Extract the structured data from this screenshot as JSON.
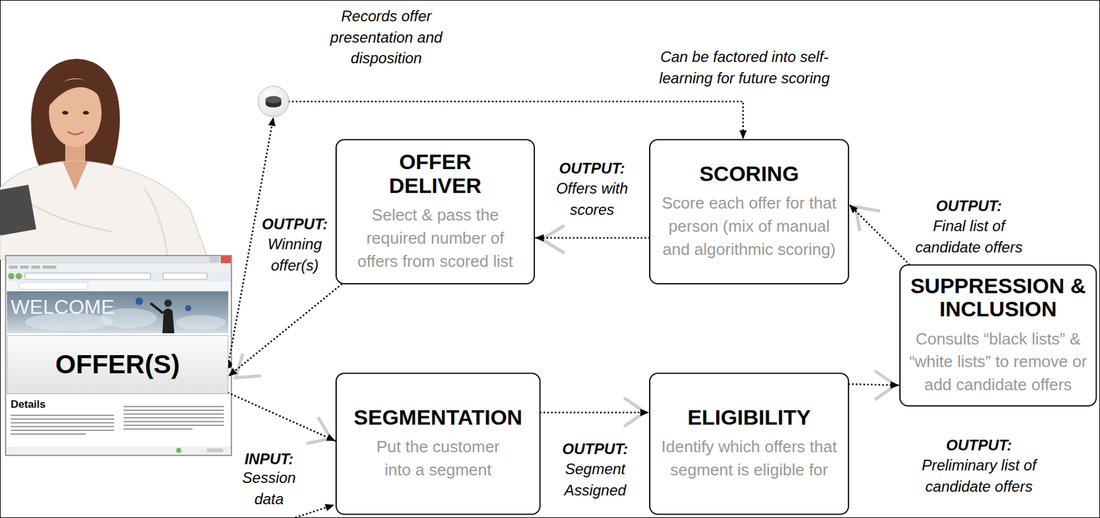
{
  "diagram": {
    "nodes": [
      {
        "text": [
          "OFFER(S)"
        ]
      },
      {
        "text": [
          "OFFER DELIVER",
          "Select & pass the required number of offers from scored list"
        ]
      },
      {
        "text": [
          "SCORING",
          "Score each offer for that person (mix of manual and algorithmic scoring)"
        ]
      },
      {
        "text": [
          "SUPPRESSION & INCLUSION",
          "Consults “black lists” & “white lists” to remove or add candidate offers"
        ]
      },
      {
        "text": [
          "SEGMENTATION",
          "Put the customer into a segment"
        ]
      },
      {
        "text": [
          "ELIGIBILITY",
          "Identify which offers that segment is eligible for"
        ]
      },
      {
        "text": [
          "Records offer presentation and disposition"
        ]
      }
    ],
    "edges": [
      {
        "from": 0,
        "to": 4,
        "arrow": "to"
      },
      {
        "from": 4,
        "to": 5,
        "arrow": "to"
      },
      {
        "from": 5,
        "to": 3,
        "arrow": "to"
      },
      {
        "from": 3,
        "to": 2,
        "arrow": "to"
      },
      {
        "from": 2,
        "to": 1,
        "arrow": "to"
      },
      {
        "from": 1,
        "to": 0,
        "arrow": "to"
      },
      {
        "from": 0,
        "to": 6,
        "arrow": "to"
      },
      {
        "from": 6,
        "to": 2,
        "arrow": "to"
      }
    ],
    "labels": [
      "Can be factored into self-learning for future scoring",
      "OUTPUT:",
      "Offers with scores",
      "OUTPUT:",
      "Final list of candidate offers",
      "OUTPUT:",
      "Winning offer(s)",
      "OUTPUT:",
      "Segment Assigned",
      "OUTPUT:",
      "Preliminary list of candidate offers",
      "INPUT:",
      "Session data",
      "WELCOME",
      "Details"
    ]
  }
}
